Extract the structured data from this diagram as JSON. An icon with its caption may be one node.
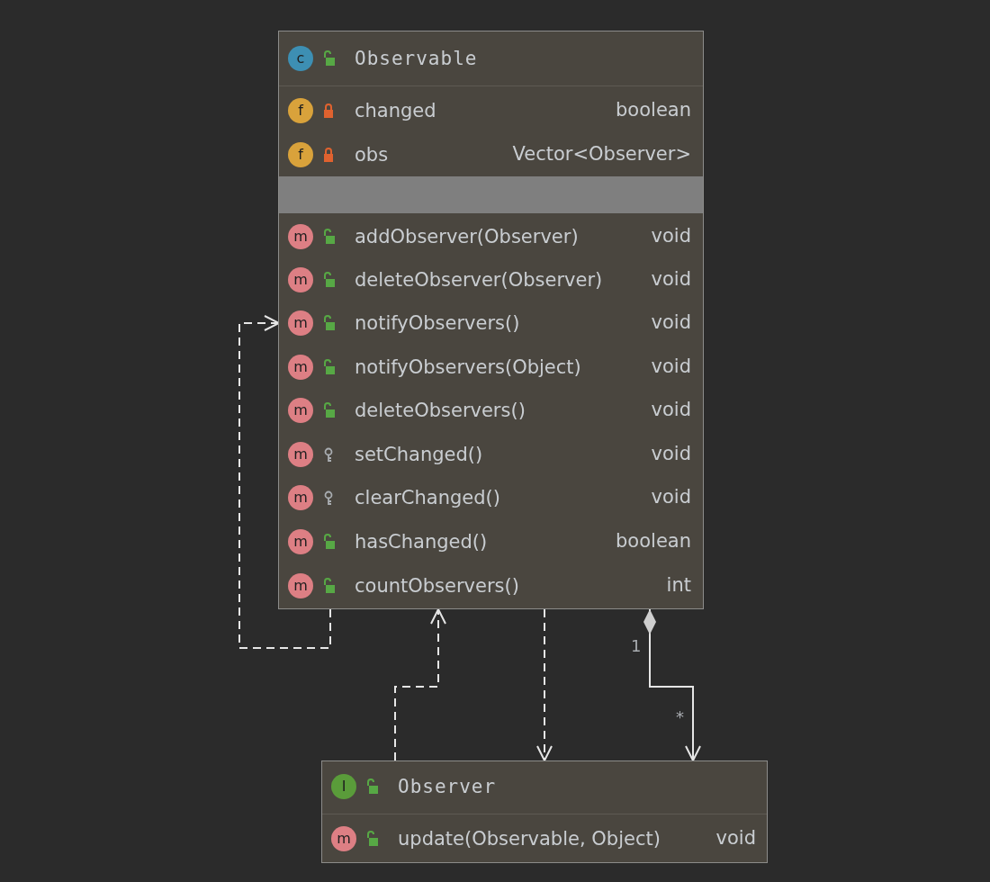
{
  "diagram": {
    "nodes": [
      {
        "text": [
          "c",
          "Observable"
        ]
      },
      {
        "text": [
          "f",
          "changed"
        ],
        "in": 0
      },
      {
        "text": [
          "f",
          "obs"
        ],
        "in": 0
      },
      {
        "text": [],
        "shape": "bar",
        "in": 0
      },
      {
        "text": [
          "m",
          "addObserver(Observer)"
        ],
        "in": 0
      },
      {
        "text": [
          "m",
          "deleteObserver(Observer)"
        ],
        "in": 0
      },
      {
        "text": [
          "m",
          "notifyObservers()"
        ],
        "in": 0
      },
      {
        "text": [
          "m",
          "notifyObservers(Object)"
        ],
        "in": 0
      },
      {
        "text": [
          "m",
          "deleteObservers()"
        ],
        "in": 0
      },
      {
        "text": [
          "m",
          "setChanged()"
        ],
        "in": 0
      },
      {
        "text": [
          "m",
          "clearChanged()"
        ],
        "in": 0
      },
      {
        "text": [
          "m",
          "hasChanged()"
        ],
        "in": 0
      },
      {
        "text": [
          "m",
          "countObservers()"
        ],
        "in": 0
      },
      {
        "text": [
          "I",
          "Observer"
        ]
      },
      {
        "text": [
          "m",
          "update(Observable, Object)"
        ],
        "in": 13
      }
    ],
    "edges": [
      {
        "from": 0,
        "to": 6,
        "arrow": "to",
        "style": "dashed"
      },
      {
        "from": 13,
        "to": 0,
        "arrow": "to",
        "style": "dashed"
      },
      {
        "from": 0,
        "to": 13,
        "arrow": "to",
        "style": "dashed"
      },
      {
        "from": 0,
        "to": 13,
        "arrow": "to"
      }
    ],
    "labels": [
      "boolean",
      "Vector<Observer>",
      "void",
      "void",
      "void",
      "void",
      "void",
      "void",
      "void",
      "boolean",
      "int",
      "1",
      "*",
      "void"
    ]
  }
}
